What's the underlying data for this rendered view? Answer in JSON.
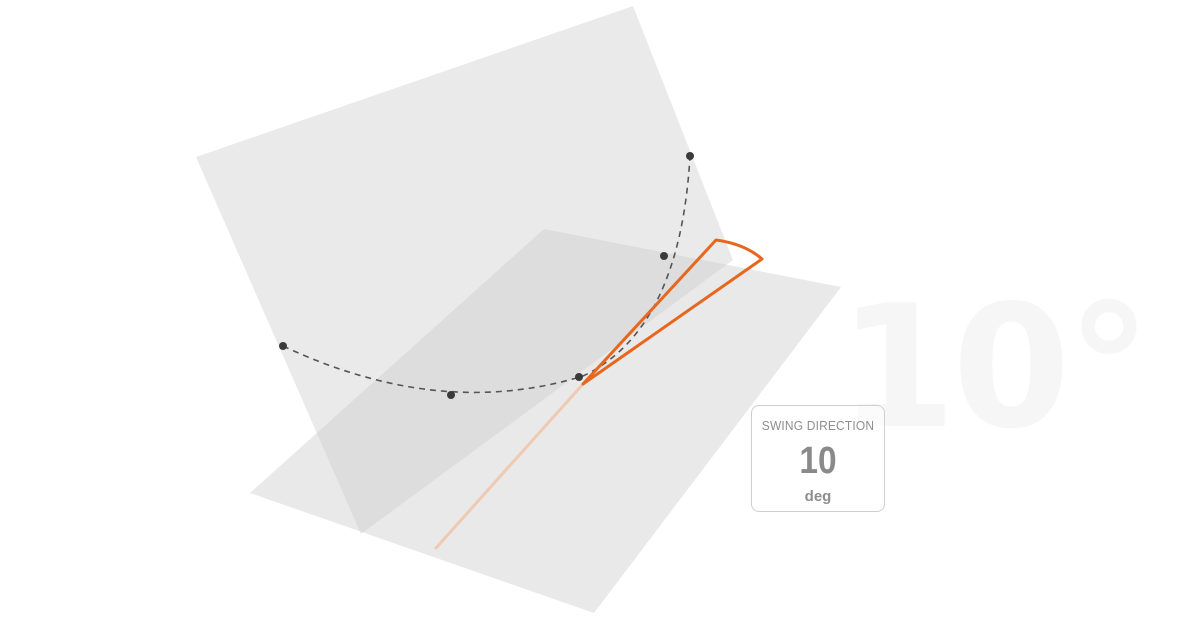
{
  "readout": {
    "label": "SWING DIRECTION",
    "value": "10",
    "unit": "deg"
  },
  "big_angle": "10°",
  "swing_direction_deg": 10,
  "colors": {
    "swing_wedge": "#e8671e",
    "target_line": "#f0c9b2",
    "swing_path": "#555555",
    "vertical_plane": "#e9e9e9",
    "ground_plane": "#dcdcdc"
  }
}
